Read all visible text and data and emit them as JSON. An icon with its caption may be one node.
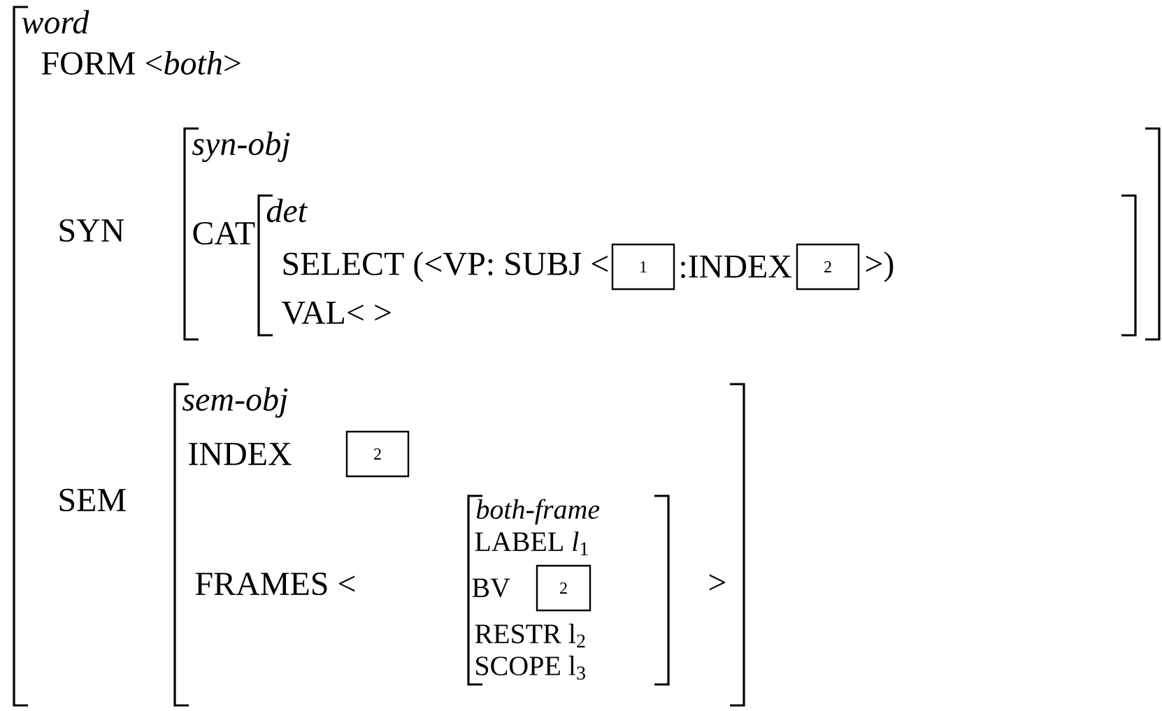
{
  "diagram": {
    "nodes": [
      {
        "text": [
          "word"
        ]
      },
      {
        "text": [
          "syn-obj"
        ]
      },
      {
        "text": [
          "det"
        ],
        "in": 1
      },
      {
        "text": [
          "1"
        ],
        "in": 2
      },
      {
        "text": [
          "2"
        ],
        "in": 2
      },
      {
        "text": [
          "sem-obj"
        ]
      },
      {
        "text": [
          "2"
        ],
        "in": 5
      },
      {
        "text": [
          "both-frame"
        ],
        "in": 5
      },
      {
        "text": [
          "2"
        ],
        "in": 7
      }
    ],
    "labels": [
      "FORM <*both*>",
      "SYN",
      "CAT",
      "SELECT (<VP: SUBJ <",
      ":INDEX",
      ">)",
      "VAL< >",
      "SEM",
      "INDEX",
      "FRAMES <",
      "LABEL *l*$_{1}$",
      "BV",
      "RESTR l$_{2}$",
      "SCOPE l$_{3}$",
      ">"
    ]
  }
}
